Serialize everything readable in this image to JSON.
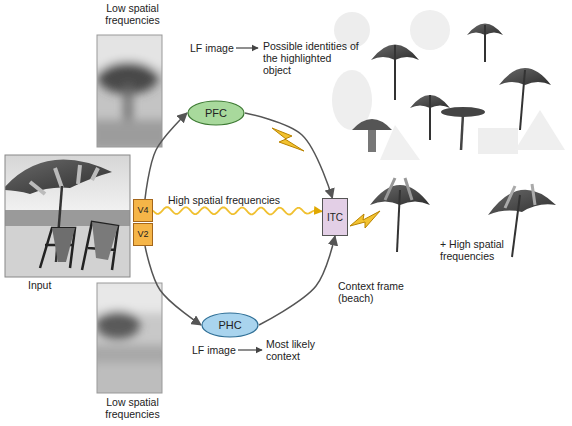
{
  "diagram": {
    "nodes": [
      {
        "text": [
          "PFC"
        ]
      },
      {
        "text": [
          "V4"
        ]
      },
      {
        "text": [
          "ITC"
        ]
      },
      {
        "text": [
          "V2"
        ]
      },
      {
        "text": [
          "PHC"
        ]
      }
    ],
    "edges": [
      {
        "from": 1,
        "to": 0,
        "arrow": "to"
      },
      {
        "from": 0,
        "to": 2,
        "arrow": "to"
      },
      {
        "from": 1,
        "to": 2,
        "label": "High spatial frequencies",
        "arrow": "to"
      },
      {
        "from": 3,
        "to": 4,
        "arrow": "to"
      },
      {
        "from": 4,
        "to": 2,
        "label": "Context frame (beach)",
        "arrow": "to"
      }
    ],
    "labels": [
      "Low spatial frequencies",
      "LF image",
      "Possible identities of the highlighted object",
      "Input",
      "+ High spatial frequencies",
      "LF image",
      "Most likely context",
      "Low spatial frequencies"
    ]
  }
}
